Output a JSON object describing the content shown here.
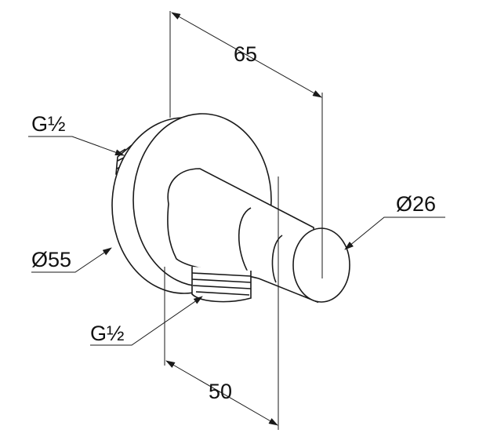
{
  "drawing": {
    "dimensions": {
      "depth_total": "65",
      "depth_outlet": "50",
      "wall_plate_diameter": "Ø55",
      "cap_diameter": "Ø26",
      "thread_inlet": "G½",
      "thread_outlet": "G½"
    },
    "line_color": "#1a1a1a"
  }
}
